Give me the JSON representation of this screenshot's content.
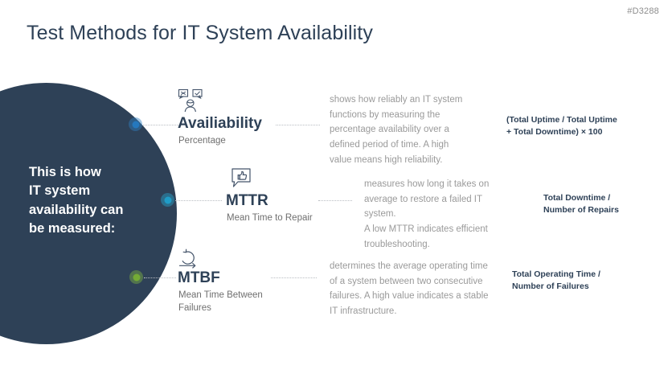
{
  "slide": {
    "id_tag": "#D3288",
    "title": "Test Methods for IT System Availability",
    "hero_text": "This is how\nIT system\navailability can\nbe measured:",
    "colors": {
      "dark_navy": "#2e4157",
      "dot_blue": "#2e80c4",
      "dot_cyan": "#27a6cf",
      "dot_green": "#7fb342",
      "body_gray": "#9a9a9a",
      "subtitle_gray": "#6f6f6f",
      "leader_gray": "#b9bdc2"
    }
  },
  "rows": [
    {
      "icon": "person-with-checkbox-icon",
      "dot_color": "#2e80c4",
      "title": "Availiability",
      "subtitle": "Percentage",
      "description": "shows how reliably an IT system\nfunctions by measuring the\npercentage availability over a\ndefined period of time. A high\nvalue means high reliability.",
      "formula": "(Total Uptime / Total Uptime\n+ Total Downtime) × 100"
    },
    {
      "icon": "thumbs-up-speech-bubble-icon",
      "dot_color": "#27a6cf",
      "title": "MTTR",
      "subtitle": "Mean Time to Repair",
      "description": "measures how long it takes on\naverage to restore a failed IT system.\nA low MTTR indicates efficient\ntroubleshooting.",
      "formula": "Total Downtime /\nNumber of Repairs"
    },
    {
      "icon": "circular-arrow-cycle-icon",
      "dot_color": "#7fb342",
      "title": "MTBF",
      "subtitle": "Mean Time Between\nFailures",
      "description": "determines the average operating time\nof a system between two consecutive\nfailures. A high value indicates a stable\nIT infrastructure.",
      "formula": "Total Operating Time /\nNumber of Failures"
    }
  ]
}
